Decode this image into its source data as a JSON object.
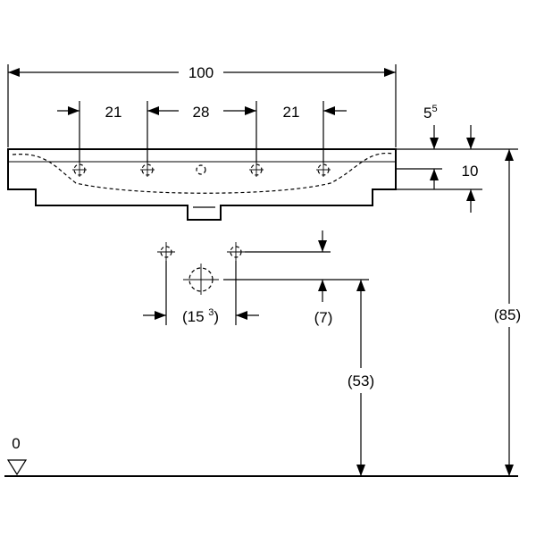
{
  "dimensions": {
    "overall_width": "100",
    "tap_spacing_left": "21",
    "tap_spacing_center": "28",
    "tap_spacing_right": "21",
    "rim_offset_main": "5",
    "rim_offset_sup": "5",
    "rim_thickness": "10",
    "connection_spacing_main": "(15 ",
    "connection_spacing_sup": "3",
    "connection_spacing_close": ")",
    "connection_offset": "(7)",
    "drain_height": "(53)",
    "rim_height": "(85)",
    "floor_level": "0"
  }
}
